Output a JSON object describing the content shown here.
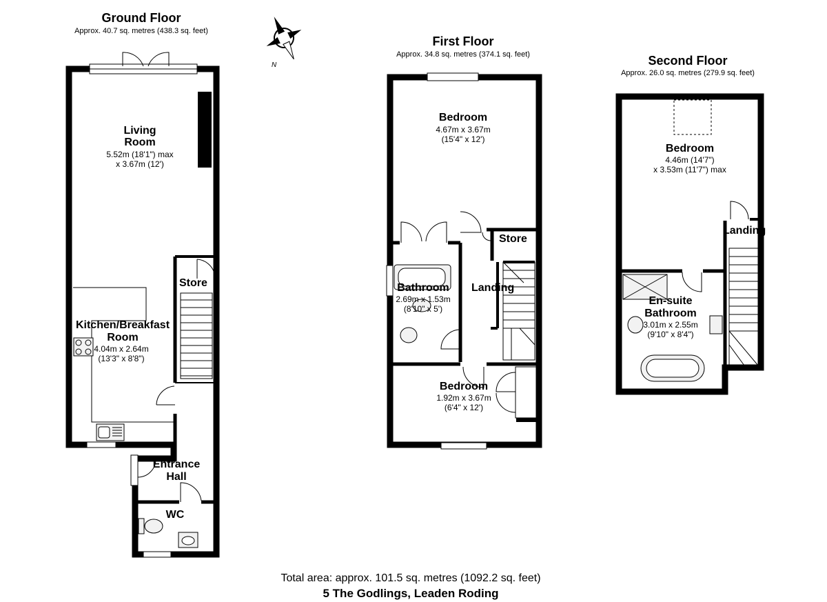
{
  "floors": {
    "ground": {
      "title": "Ground Floor",
      "area": "Approx. 40.7 sq. metres (438.3 sq. feet)"
    },
    "first": {
      "title": "First Floor",
      "area": "Approx. 34.8 sq. metres (374.1 sq. feet)"
    },
    "second": {
      "title": "Second Floor",
      "area": "Approx. 26.0 sq. metres (279.9 sq. feet)"
    }
  },
  "rooms": {
    "living": {
      "name_line1": "Living",
      "name_line2": "Room",
      "dim_line1": "5.52m (18'1\") max",
      "dim_line2": "x 3.67m (12')"
    },
    "kitchen": {
      "name_line1": "Kitchen/Breakfast",
      "name_line2": "Room",
      "dim_line1": "4.04m x 2.64m",
      "dim_line2": "(13'3\" x 8'8\")"
    },
    "ground_store": {
      "name": "Store"
    },
    "entrance": {
      "name_line1": "Entrance",
      "name_line2": "Hall"
    },
    "wc": {
      "name": "WC"
    },
    "first_bedroom_main": {
      "name": "Bedroom",
      "dim_line1": "4.67m x 3.67m",
      "dim_line2": "(15'4\" x 12')"
    },
    "first_store": {
      "name": "Store"
    },
    "bathroom": {
      "name": "Bathroom",
      "dim_line1": "2.69m x 1.53m",
      "dim_line2": "(8'10\" x 5')"
    },
    "first_landing": {
      "name": "Landing"
    },
    "first_bedroom_small": {
      "name": "Bedroom",
      "dim_line1": "1.92m x 3.67m",
      "dim_line2": "(6'4\" x 12')"
    },
    "second_bedroom": {
      "name": "Bedroom",
      "dim_line1": "4.46m (14'7\")",
      "dim_line2": "x 3.53m (11'7\") max"
    },
    "second_landing": {
      "name": "Landing"
    },
    "ensuite": {
      "name_line1": "En-suite",
      "name_line2": "Bathroom",
      "dim_line1": "3.01m x 2.55m",
      "dim_line2": "(9'10\" x 8'4\")"
    }
  },
  "compass": {
    "north_label": "N",
    "icon": "compass-rose-icon"
  },
  "footer": {
    "total": "Total area: approx. 101.5 sq. metres (1092.2 sq. feet)",
    "address": "5 The Godlings, Leaden Roding"
  },
  "colors": {
    "wall": "#000000",
    "background": "#ffffff",
    "fixture_fill": "#f2f2f2"
  }
}
